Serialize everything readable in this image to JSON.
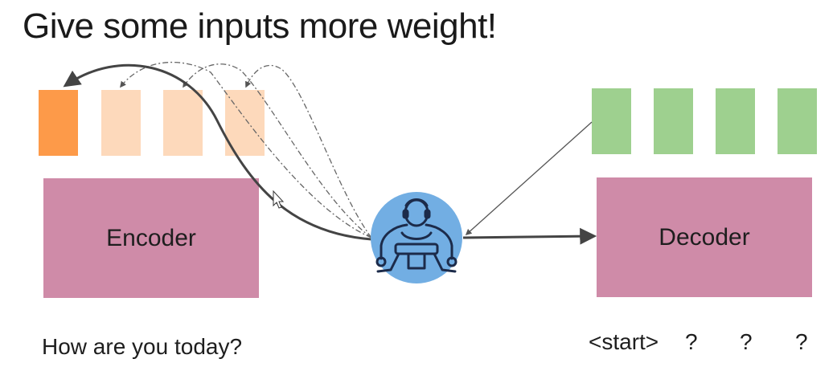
{
  "title": "Give some inputs more weight!",
  "encoder": {
    "label": "Encoder",
    "input_text": "How are you today?"
  },
  "decoder": {
    "label": "Decoder",
    "tokens": [
      "<start>",
      "?",
      "?",
      "?"
    ]
  },
  "attention_icon": "sumo-wrestler-icon",
  "colors": {
    "encoder_block": "#cf8ba8",
    "decoder_block": "#cf8ba8",
    "encoder_state_focused": "#fd9a49",
    "encoder_state": "#fdd9bb",
    "decoder_state": "#9ed08f",
    "attention_circle": "#72aee3",
    "arrow": "#444444"
  }
}
